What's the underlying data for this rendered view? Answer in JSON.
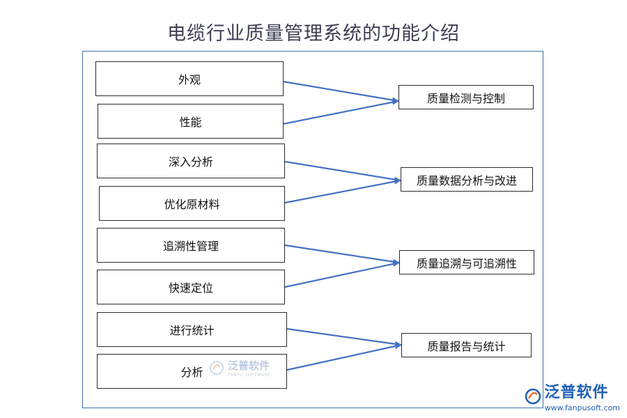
{
  "title": "电缆行业质量管理系统的功能介绍",
  "left_items": [
    "外观",
    "性能",
    "深入分析",
    "优化原材料",
    "追溯性管理",
    "快速定位",
    "进行统计",
    "分析"
  ],
  "right_items": [
    "质量检测与控制",
    "质量数据分析与改进",
    "质量追溯与可追溯性",
    "质量报告与统计"
  ],
  "watermark": {
    "name": "泛普软件",
    "sub": "FANPU SOFTWARE"
  },
  "brand": {
    "name": "泛普软件",
    "url": "www.fanpusoft.com"
  },
  "colors": {
    "arrow": "#4472c4",
    "frame": "#3f6fa8",
    "brand": "#1f5fb4"
  }
}
